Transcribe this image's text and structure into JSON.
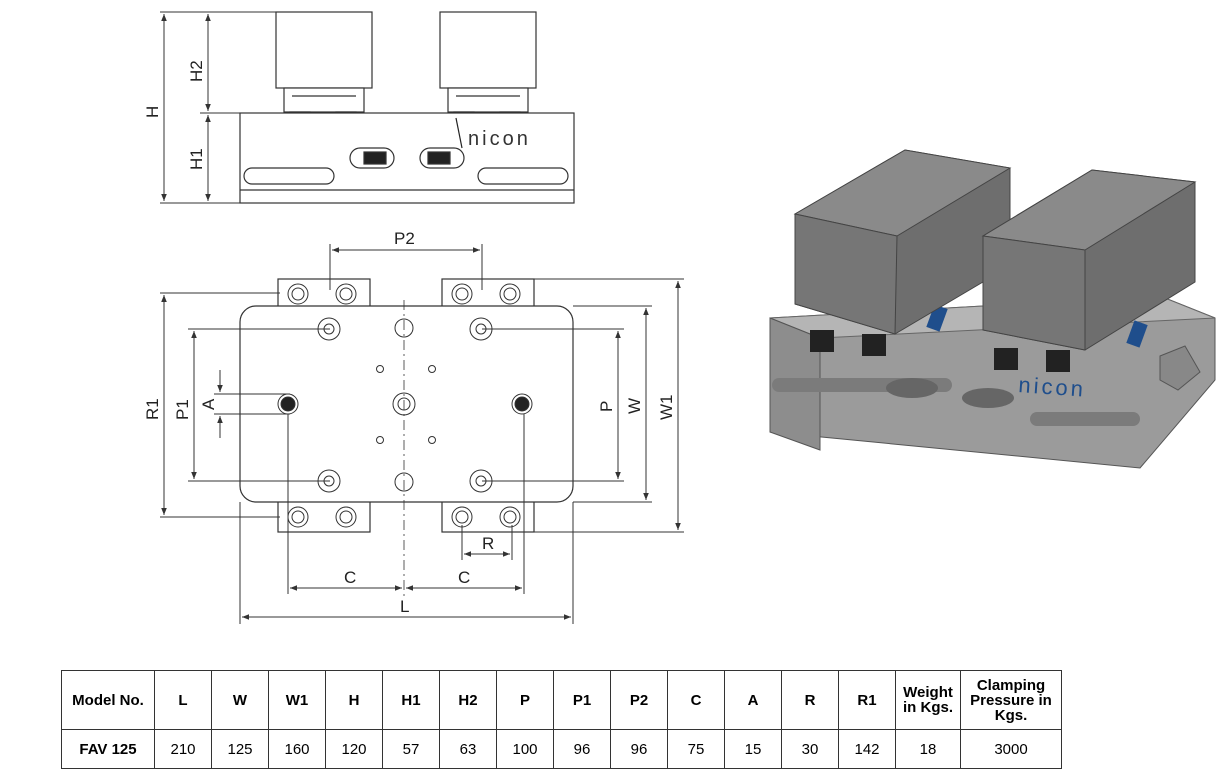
{
  "drawing": {
    "brand_logo": "nicon",
    "front_view_labels": {
      "H": "H",
      "H1": "H1",
      "H2": "H2"
    },
    "top_view_labels": {
      "P2": "P2",
      "R1": "R1",
      "P1": "P1",
      "A": "A",
      "P": "P",
      "W": "W",
      "W1": "W1",
      "R": "R",
      "C_left": "C",
      "C_right": "C",
      "L": "L"
    },
    "colors": {
      "line": "#333333",
      "block_gray": "#6e6e6e",
      "block_top": "#8a8a8a",
      "base_gray": "#a9a9a9",
      "accent_blue": "#1f4e8c"
    }
  },
  "spec_table": {
    "headers": [
      "Model No.",
      "L",
      "W",
      "W1",
      "H",
      "H1",
      "H2",
      "P",
      "P1",
      "P2",
      "C",
      "A",
      "R",
      "R1",
      "Weight in Kgs.",
      "Clamping Pressure in Kgs."
    ],
    "rows": [
      [
        "FAV 125",
        "210",
        "125",
        "160",
        "120",
        "57",
        "63",
        "100",
        "96",
        "96",
        "75",
        "15",
        "30",
        "142",
        "18",
        "3000"
      ]
    ]
  }
}
